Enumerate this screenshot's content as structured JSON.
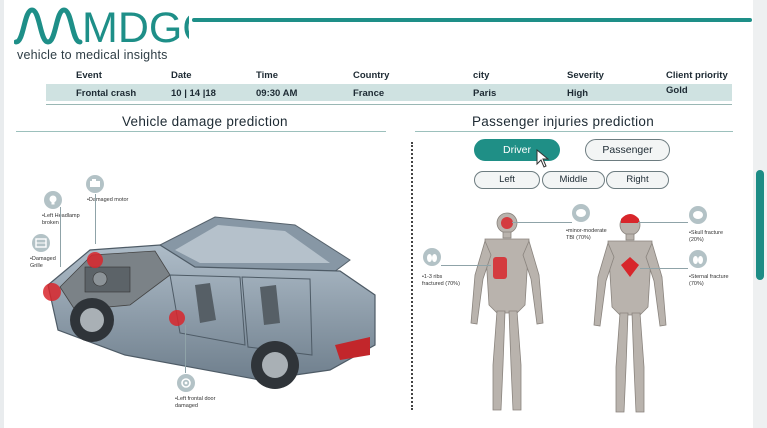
{
  "brand": {
    "logo_text": "MDGO",
    "tagline": "vehicle to medical insights",
    "accent": "#1e8f88"
  },
  "event_table": {
    "headers": [
      "Event",
      "Date",
      "Time",
      "Country",
      "city",
      "Severity",
      "Client priority"
    ],
    "values": [
      "Frontal crash",
      "10 | 14 |18",
      "09:30 AM",
      "France",
      "Paris",
      "High",
      "Gold"
    ]
  },
  "vehicle_section": {
    "title": "Vehicle damage prediction",
    "annotations": {
      "left_headlamp": "•Left Headlamp\nbroken",
      "damaged_motor": "•Damaged motor",
      "damaged_grille": "•Damaged\nGrille",
      "left_frontal_door": "•Left frontal door\ndamaged"
    }
  },
  "passenger_section": {
    "title": "Passenger injuries prediction",
    "occupant_buttons": {
      "driver": "Driver",
      "passenger": "Passenger",
      "selected": "Driver"
    },
    "seat_buttons": {
      "left": "Left",
      "middle": "Middle",
      "right": "Right"
    },
    "annotations": {
      "tbi": "•minor-moderate\nTBI (70%)",
      "ribs": "•1-3 ribs\nfractured (70%)",
      "skull": "•Skull fracture\n(20%)",
      "sternal": "•Sternal fracture\n(70%)"
    }
  },
  "icons": [
    "bulb-icon",
    "motor-icon",
    "grille-icon",
    "door-icon",
    "brain-icon",
    "lungs-icon",
    "brain-icon",
    "lungs-icon",
    "cursor-icon"
  ],
  "colors": {
    "injury_red": "#d8262b",
    "button_active": "#1f8f86",
    "row_highlight": "#cfe2e1"
  }
}
